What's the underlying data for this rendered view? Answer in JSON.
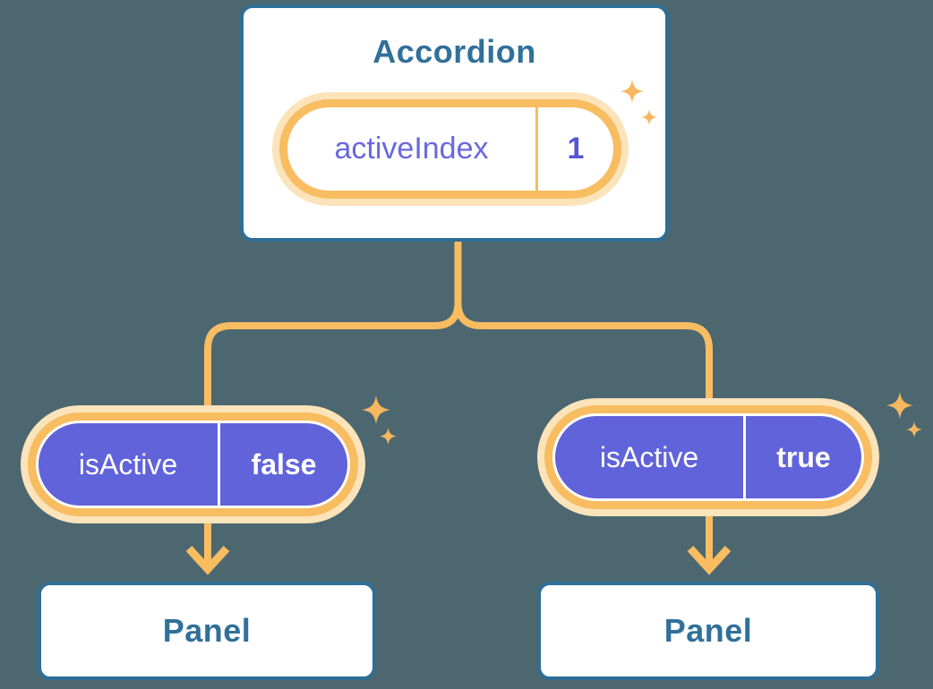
{
  "diagram": {
    "type": "react-state-lifting-tree",
    "root": {
      "title": "Accordion",
      "state": {
        "label": "activeIndex",
        "value": "1"
      }
    },
    "children": [
      {
        "prop": {
          "label": "isActive",
          "value": "false"
        },
        "node": {
          "title": "Panel"
        }
      },
      {
        "prop": {
          "label": "isActive",
          "value": "true"
        },
        "node": {
          "title": "Panel"
        }
      }
    ]
  },
  "icons": {
    "sparkle_large": "sparkle-icon",
    "sparkle_small": "sparkle-icon"
  },
  "colors": {
    "background": "#4C6770",
    "box_fill": "#FFFFFF",
    "box_border": "#2F6E96",
    "box_text": "#30709A",
    "connector_orange": "#F8BC61",
    "pill_glow": "#FBE3BA",
    "prop_pill_fill": "#6163DA",
    "prop_pill_text": "#FFFFFF",
    "state_label_text": "#6A68DE",
    "state_value_text": "#5457CF",
    "sparkle": "#F5B75F"
  }
}
